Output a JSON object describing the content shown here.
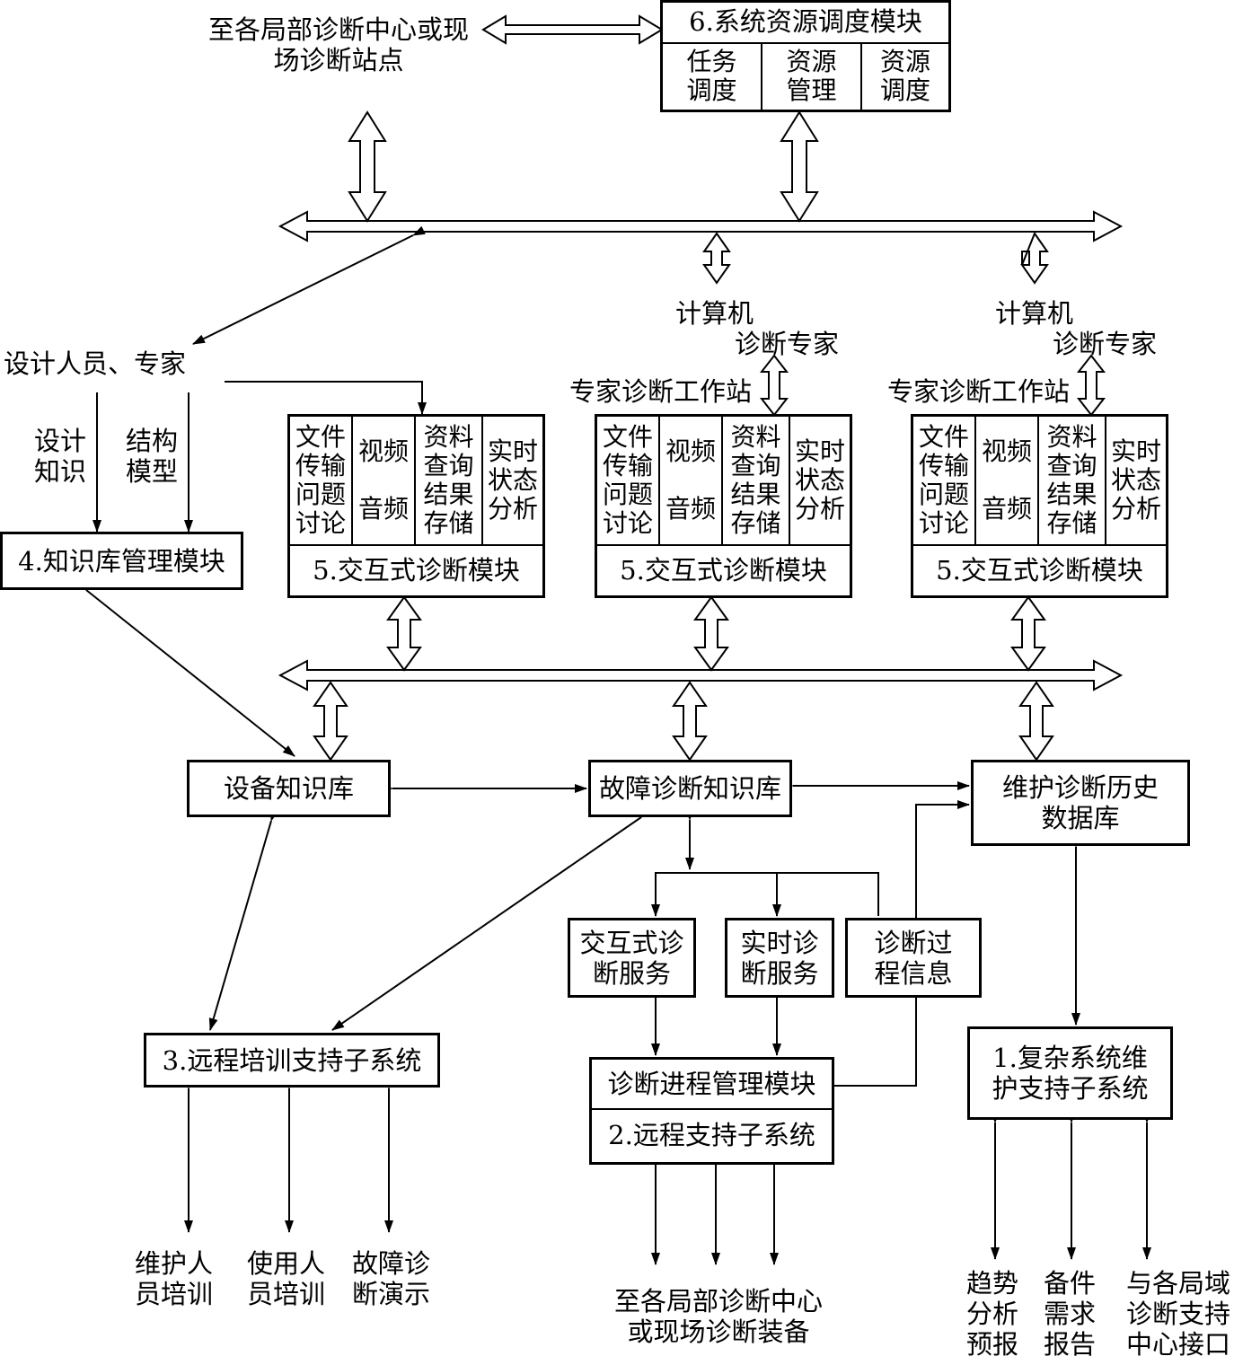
{
  "top": {
    "far_target": "至各局部诊断中心或现\n场诊断站点",
    "resource_module": {
      "title": "6.系统资源调度模块",
      "cells": [
        "任务\n调度",
        "资源\n管理",
        "资源\n调度"
      ]
    }
  },
  "designers": {
    "label": "设计人员、专家",
    "design_knowledge": "设计\n知识",
    "structure_model": "结构\n模型"
  },
  "knowledge_module": "4.知识库管理模块",
  "workstations": {
    "computer_label": "计算机",
    "expert_label": "诊断专家",
    "station_label": "专家诊断工作站"
  },
  "interactive_module": {
    "title": "5.交互式诊断模块",
    "cells": [
      "文件\n传输\n问题\n讨论",
      "视频\n\n音频",
      "资料\n查询\n结果\n存储",
      "实时\n状态\n分析"
    ]
  },
  "knowledge_bases": {
    "equipment": "设备知识库",
    "fault": "故障诊断知识库",
    "history": "维护诊断历史\n数据库"
  },
  "services": {
    "interactive": "交互式诊\n断服务",
    "realtime": "实时诊\n断服务",
    "process_info": "诊断过\n程信息"
  },
  "subsystems": {
    "training": "3.远程培训支持子系统",
    "process_mgmt": "诊断进程管理模块",
    "remote": "2.远程支持子系统",
    "complex": "1.复杂系统维\n护支持子系统"
  },
  "bottom": {
    "training_outputs": [
      "维护人\n员培训",
      "使用人\n员培训",
      "故障诊\n断演示"
    ],
    "remote_output": "至各局部诊断中心\n或现场诊断装备",
    "complex_outputs": [
      "趋势\n分析\n预报",
      "备件\n需求\n报告",
      "与各局域\n诊断支持\n中心接口"
    ]
  }
}
